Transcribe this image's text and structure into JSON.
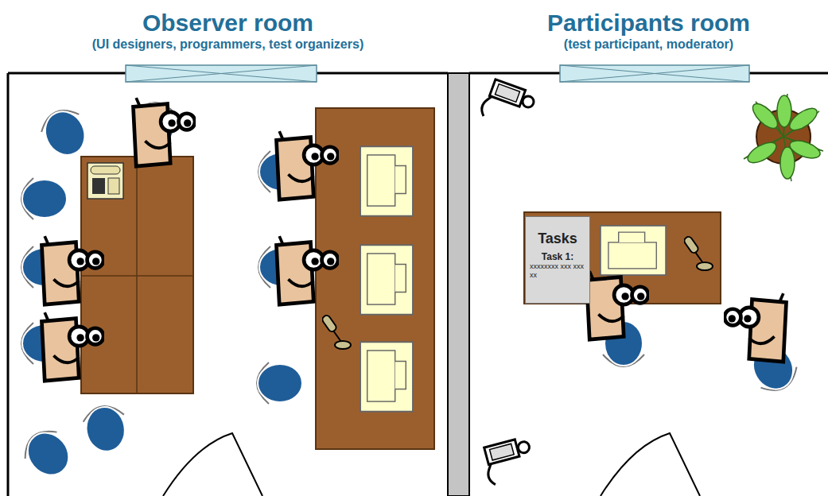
{
  "diagram": {
    "nodes": [
      {
        "text": [
          "Observer room",
          "(UI designers, programmers, test organizers)"
        ]
      },
      {
        "text": [
          "Participants room",
          "(test participant, moderator)"
        ]
      },
      {
        "text": [
          "Tasks",
          "Task 1:",
          "xxxxxxxx xxx xxxxx"
        ],
        "in": 1
      }
    ],
    "edges": []
  }
}
